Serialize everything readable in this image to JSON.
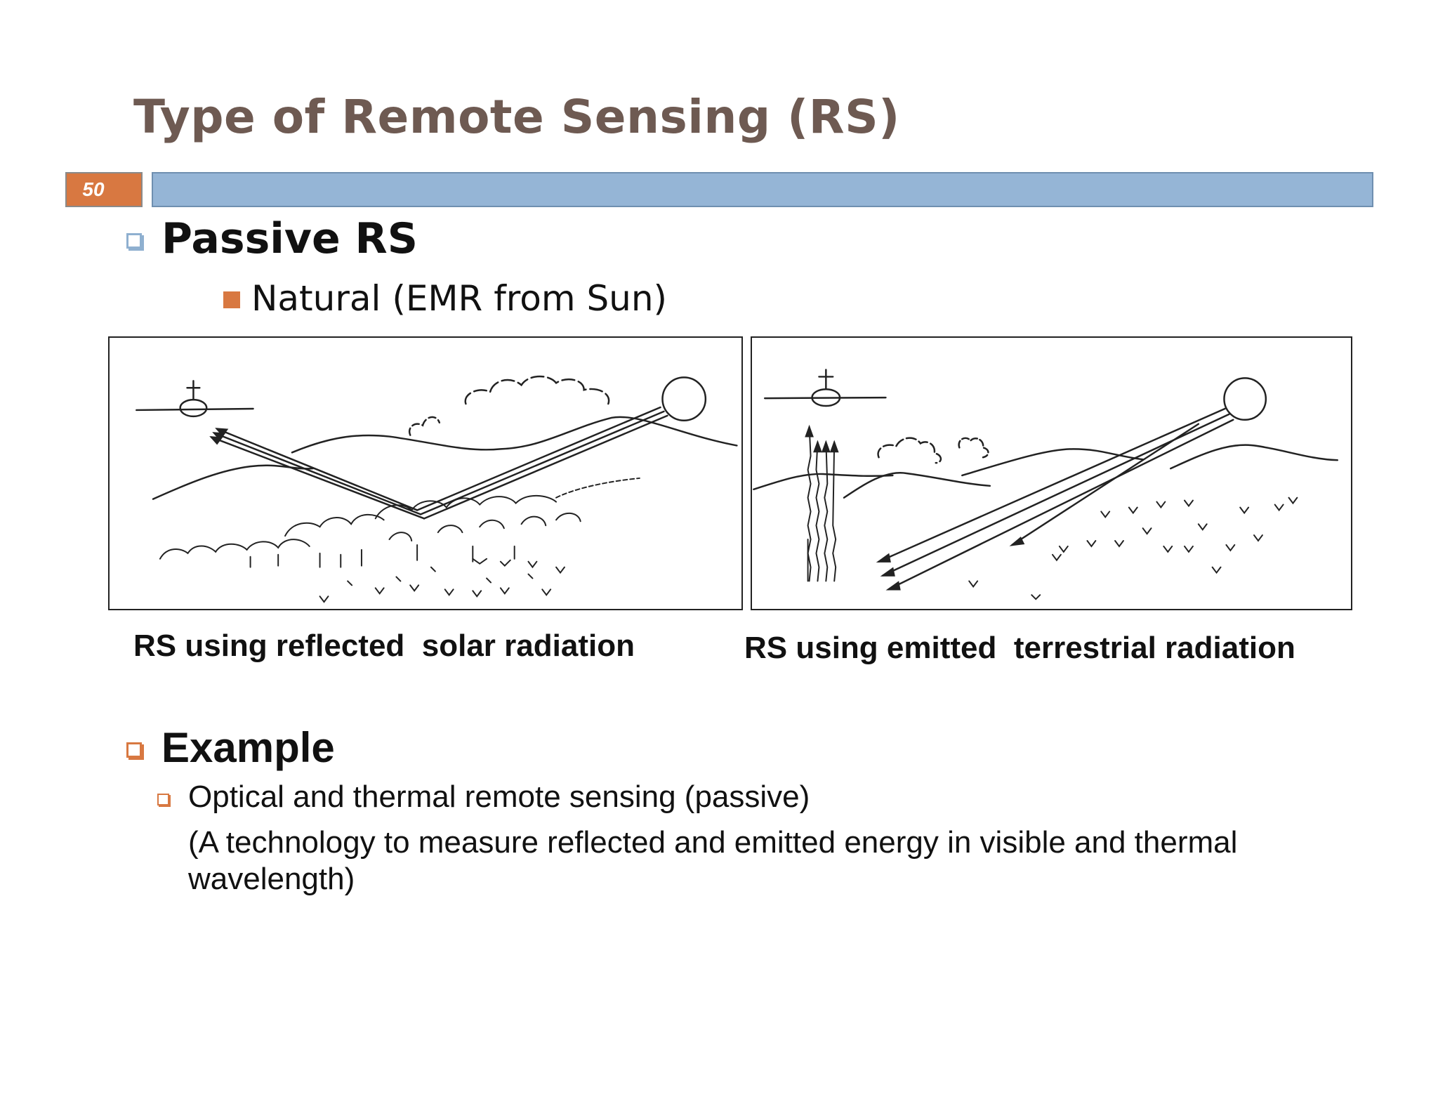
{
  "slide": {
    "title": "Type of Remote Sensing (RS)",
    "number": "50",
    "heading": "Passive RS",
    "subpoint": "Natural (EMR from Sun)"
  },
  "figures": {
    "left_caption": "RS using reflected  solar radiation",
    "right_caption": "RS using emitted  terrestrial radiation"
  },
  "example": {
    "heading": "Example",
    "item": "Optical and thermal remote sensing (passive)",
    "description": " (A technology to measure reflected and emitted energy in visible and thermal wavelength)"
  },
  "colors": {
    "title": "#6e5a52",
    "accent_orange": "#d87841",
    "accent_blue": "#95b5d6"
  },
  "icons": {
    "satellite": "satellite-icon",
    "sun": "sun-icon"
  }
}
